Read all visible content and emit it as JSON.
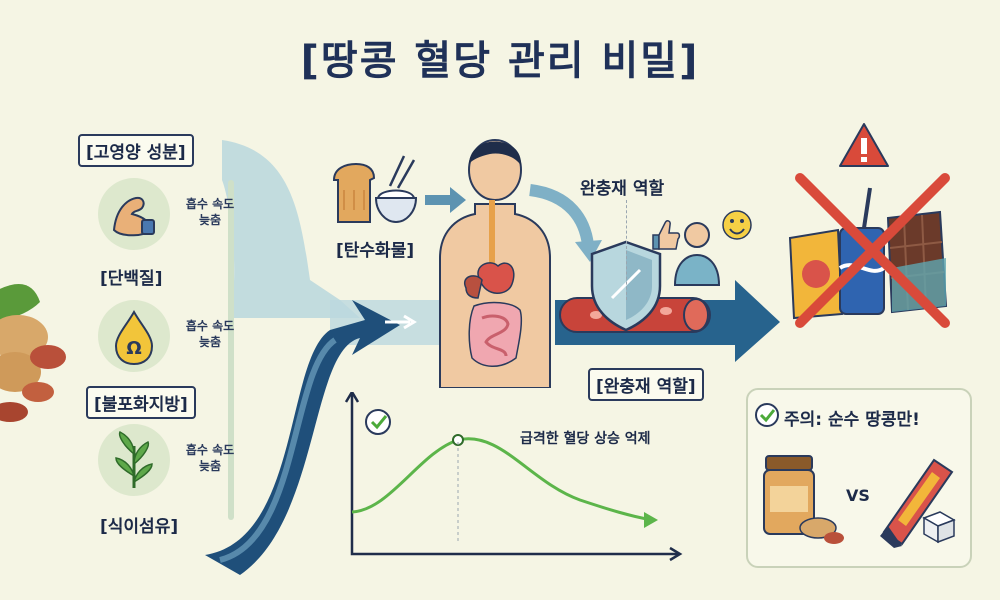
{
  "title": "[땅콩 혈당 관리 비밀]",
  "nutrients": {
    "header": "[고영양 성분]",
    "items": [
      {
        "label": "[단백질]",
        "note_line1": "흡수 속도",
        "note_line2": "늦춤",
        "icon": "flexed-arm-icon"
      },
      {
        "label": "[불포화지방]",
        "note_line1": "흡수 속도",
        "note_line2": "늦춤",
        "icon": "oil-drop-omega-icon"
      },
      {
        "label": "[식이섬유]",
        "note_line1": "흡수 속도",
        "note_line2": "늦춤",
        "icon": "plant-leaf-icon"
      }
    ]
  },
  "carbs": {
    "label": "[탄수화물]",
    "icons": [
      "bread-icon",
      "rice-bowl-icon"
    ]
  },
  "buffer": {
    "label_top": "완충재 역할",
    "label_bottom": "[완충재 역할]"
  },
  "graph": {
    "label": "급격한 혈당 상승 억제"
  },
  "caution": {
    "label": "주의: 순수 땅콩만!",
    "vs": "VS"
  },
  "colors": {
    "title": "#1f3158",
    "arrow_dark": "#1f4f7a",
    "arrow_light": "#a9cfd9",
    "curve": "#5cb54a",
    "danger": "#d94a3a"
  }
}
